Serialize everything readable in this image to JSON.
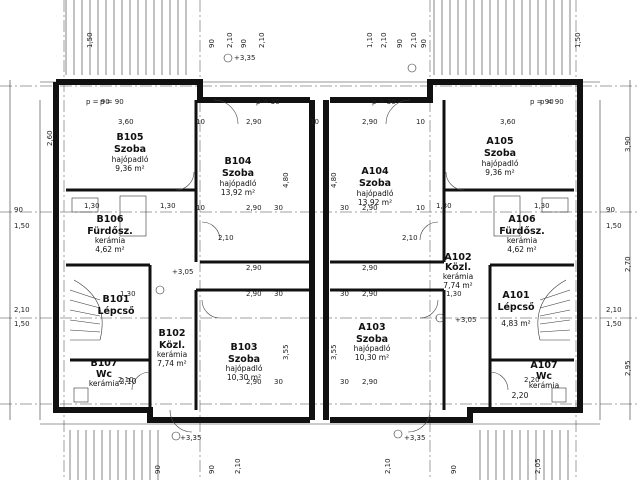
{
  "rooms": [
    {
      "id": "B105",
      "name": "Szoba",
      "floor": "hajópadló",
      "area": "9,36 m²"
    },
    {
      "id": "B104",
      "name": "Szoba",
      "floor": "hajópadló",
      "area": "13,92 m²"
    },
    {
      "id": "A104",
      "name": "Szoba",
      "floor": "hajópadló",
      "area": "13,92 m²"
    },
    {
      "id": "A105",
      "name": "Szoba",
      "floor": "hajópadló",
      "area": "9,36 m²"
    },
    {
      "id": "B106",
      "name": "Fürdősz.",
      "floor": "kerámia",
      "area": "4,62 m²"
    },
    {
      "id": "A106",
      "name": "Fürdősz.",
      "floor": "kerámia",
      "area": "4,62 m²"
    },
    {
      "id": "A102",
      "name": "Közl.",
      "floor": "kerámia",
      "area": "7,74 m²"
    },
    {
      "id": "B101",
      "name": "Lépcső",
      "floor": "",
      "area": ""
    },
    {
      "id": "A101",
      "name": "Lépcső",
      "floor": "",
      "area": "4,83 m²"
    },
    {
      "id": "B102",
      "name": "Közl.",
      "floor": "kerámia",
      "area": "7,74 m²"
    },
    {
      "id": "B103",
      "name": "Szoba",
      "floor": "hajópadló",
      "area": "10,30 m²"
    },
    {
      "id": "A103",
      "name": "Szoba",
      "floor": "hajópadló",
      "area": "10,30 m²"
    },
    {
      "id": "B107",
      "name": "Wc",
      "floor": "kerámia",
      "area": "2,10"
    },
    {
      "id": "A107",
      "name": "Wc",
      "floor": "kerámia",
      "area": "2,20"
    }
  ],
  "levels": [
    "+3,35",
    "+3,05",
    "+3,05",
    "+3,35",
    "+3,35"
  ],
  "dims": [
    "90",
    "2,10",
    "90",
    "2,10",
    "1,10",
    "2,10",
    "90",
    "2,10",
    "90",
    "1,50",
    "1,50",
    "3,60",
    "2,90",
    "2,90",
    "3,60",
    "2,60",
    "3,90",
    "4,80",
    "4,80",
    "2,90",
    "2,90",
    "90",
    "90",
    "1,50",
    "1,50",
    "2,70",
    "2,10",
    "2,10",
    "1,50",
    "1,50",
    "3,55",
    "3,55",
    "2,95",
    "2,10",
    "2,20",
    "1,30",
    "1,30",
    "1,30",
    "1,30",
    "1,30",
    "1,30",
    "10",
    "10",
    "10",
    "10",
    "10",
    "30",
    "30",
    "30",
    "30",
    "30",
    "30",
    "2,10",
    "2,10",
    "2,90",
    "2,90",
    "2,90",
    "2,90",
    "2,90",
    "2,90",
    "p = 90",
    "p = 30",
    "p = 90",
    "p = 90",
    "p = 30",
    "p = 90",
    "90",
    "90",
    "2,10",
    "2,10",
    "2,05",
    "90"
  ]
}
